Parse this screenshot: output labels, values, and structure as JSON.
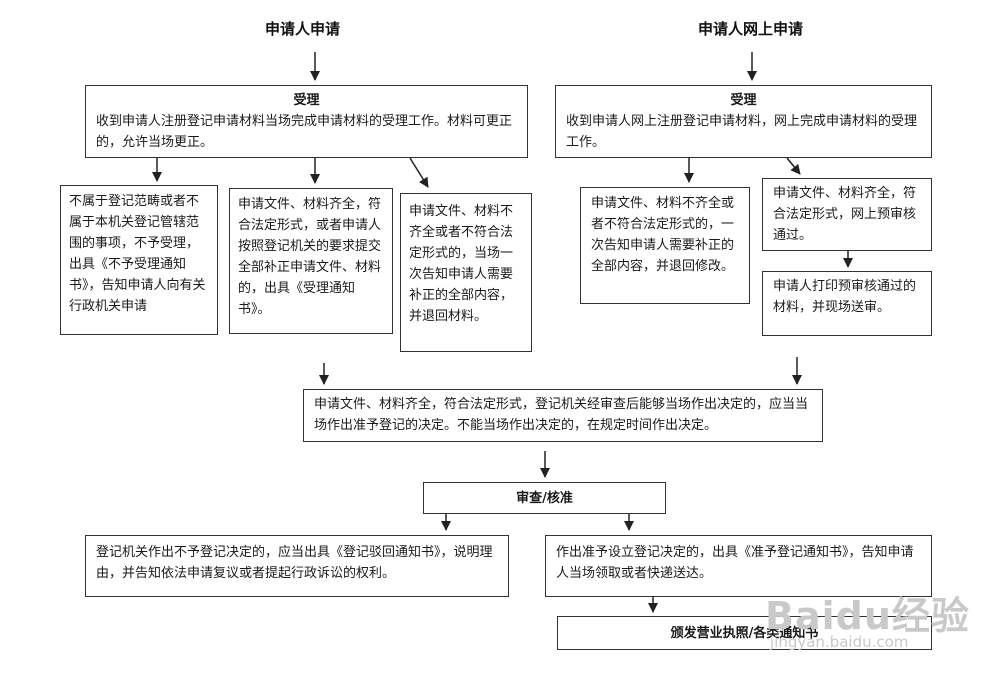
{
  "headings": {
    "left": "申请人申请",
    "right": "申请人网上申请"
  },
  "accept_left": {
    "title": "受理",
    "text": "收到申请人注册登记申请材料当场完成申请材料的受理工作。材料可更正的，允许当场更正。"
  },
  "accept_right": {
    "title": "受理",
    "text": "收到申请人网上注册登记申请材料，网上完成申请材料的受理工作。"
  },
  "branches": {
    "not_accept": "不属于登记范畴或者不属于本机关登记管辖范围的事项，不予受理，出具《不予受理通知书》，告知申请人向有关行政机关申请",
    "accept_notice": "申请文件、材料齐全，符合法定形式，或者申请人按照登记机关的要求提交全部补正申请文件、材料的，出具《受理通知书》。",
    "return_left": "申请文件、材料不齐全或者不符合法定形式的，当场一次告知申请人需要补正的全部内容，并退回材料。",
    "return_right": "申请文件、材料不齐全或者不符合法定形式的，一次告知申请人需要补正的全部内容，并退回修改。",
    "online_pass": "申请文件、材料齐全，符合法定形式，网上预审核通过。",
    "print_submit": "申请人打印预审核通过的材料，并现场送审。"
  },
  "decision": "申请文件、材料齐全，符合法定形式，登记机关经审查后能够当场作出决定的，应当当场作出准予登记的决定。不能当场作出决定的，在规定时间作出决定。",
  "review": "审查/核准",
  "reject": "登记机关作出不予登记决定的，应当出具《登记驳回通知书》，说明理由，并告知依法申请复议或者提起行政诉讼的权利。",
  "approve": "作出准予设立登记决定的，出具《准予登记通知书》，告知申请人当场领取或者快递送达。",
  "issue": "颁发营业执照/各类通知书",
  "watermark": {
    "logo": "Baidu经验",
    "url": "jingyan.baidu.com"
  }
}
